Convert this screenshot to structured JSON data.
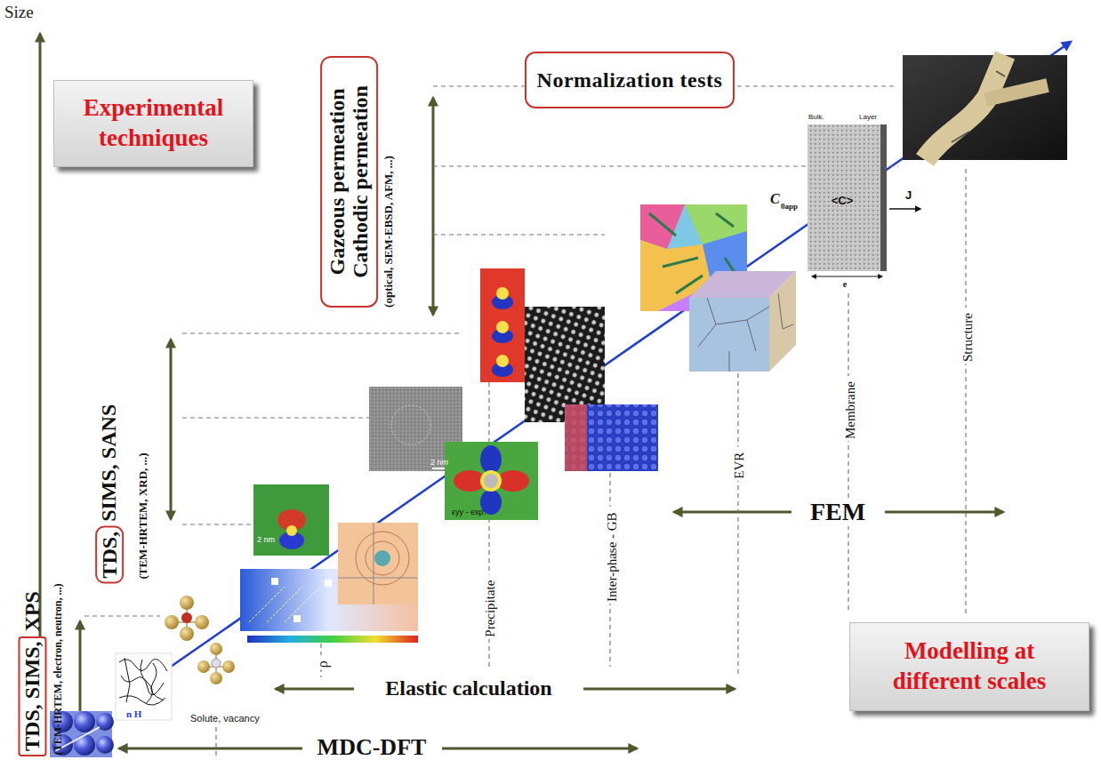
{
  "diagram": {
    "nodes": [
      {
        "text": [
          "Experimental techniques"
        ]
      },
      {
        "text": [
          "Normalization tests"
        ]
      },
      {
        "text": [
          "Gazeous permeation",
          "Cathodic permeation"
        ]
      },
      {
        "text": [
          "TDS,"
        ]
      },
      {
        "text": [
          "TDS, SIMS,"
        ]
      },
      {
        "text": [
          "Modelling at different scales"
        ]
      }
    ],
    "labels": [
      "Size",
      "(optical, SEM-EBSD, AFM, ...)",
      "SIMS, SANS",
      "(TEM-HRTEM, XRD, ...)",
      "XPS",
      "(TEM-HRTEM, electron, neutron, ...)",
      "FEM",
      "Elastic calculation",
      "MDC-DFT",
      "ρ",
      "Precipitate",
      "Inter-phase - GB",
      "EVR",
      "Membrane",
      "Structure",
      "n H",
      "Solute, vacancy",
      "Bulk.",
      "Layer",
      "C",
      "0app",
      "<C>",
      "J",
      "e",
      "2 nm",
      "2 nm",
      "εyy - exp."
    ]
  }
}
